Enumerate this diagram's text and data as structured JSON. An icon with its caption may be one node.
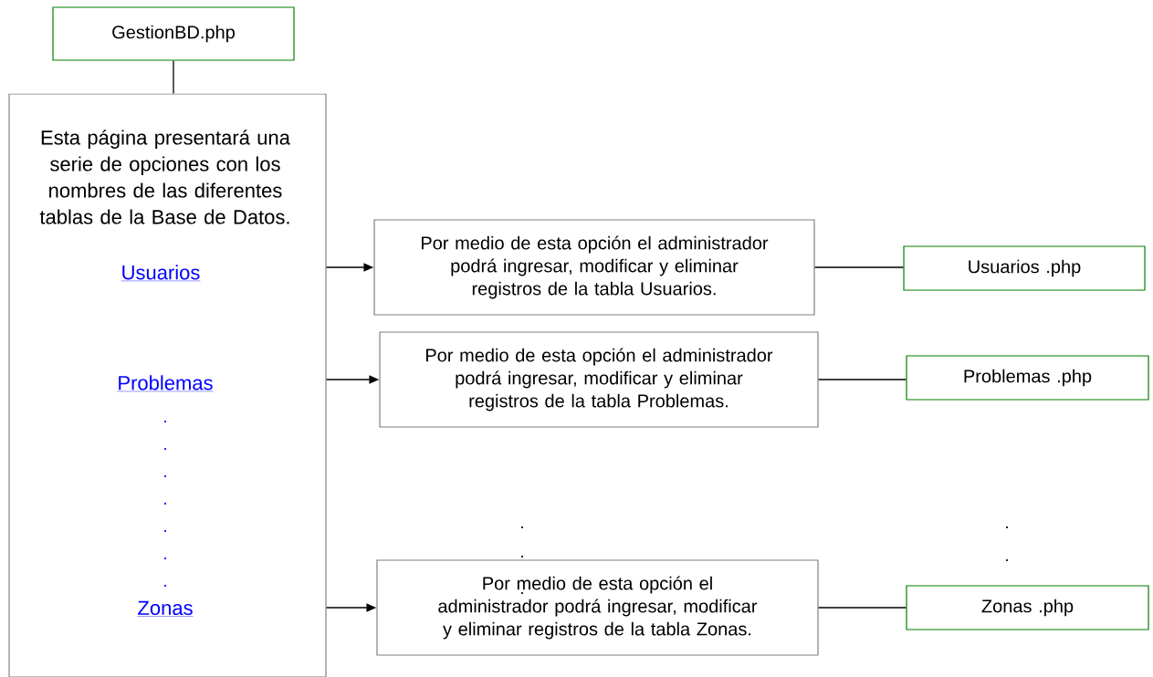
{
  "diagram": {
    "nodes": [
      {
        "text": [
          "GestionBD.php"
        ]
      },
      {
        "text": [
          "Esta página presentará una serie de opciones con los nombres de las diferentes tablas de la Base de Datos."
        ]
      },
      {
        "text": [
          "Usuarios"
        ],
        "in": 1
      },
      {
        "text": [
          "Problemas"
        ],
        "in": 1
      },
      {
        "text": [
          "Zonas"
        ],
        "in": 1
      },
      {
        "text": [
          "Por medio de esta opción el administrador podrá ingresar, modificar y eliminar registros de la tabla Usuarios."
        ]
      },
      {
        "text": [
          "Por medio de esta opción el administrador podrá ingresar, modificar y eliminar registros de la tabla Problemas."
        ]
      },
      {
        "text": [
          "Por medio de esta opción el administrador podrá ingresar, modificar y eliminar registros de la tabla Zonas."
        ]
      },
      {
        "text": [
          "Usuarios .php"
        ]
      },
      {
        "text": [
          "Problemas .php"
        ]
      },
      {
        "text": [
          "Zonas .php"
        ]
      }
    ],
    "edges": [
      {
        "from": 0,
        "to": 1,
        "arrow": "none"
      },
      {
        "from": 1,
        "to": 5,
        "arrow": "to"
      },
      {
        "from": 1,
        "to": 6,
        "arrow": "to"
      },
      {
        "from": 1,
        "to": 7,
        "arrow": "to"
      },
      {
        "from": 5,
        "to": 8,
        "arrow": "none"
      },
      {
        "from": 6,
        "to": 9,
        "arrow": "none"
      },
      {
        "from": 7,
        "to": 10,
        "arrow": "none"
      }
    ],
    "labels": [
      ".",
      ".",
      ".",
      ".",
      ".",
      ".",
      ".",
      ".",
      ".",
      ".",
      ".",
      "."
    ]
  }
}
